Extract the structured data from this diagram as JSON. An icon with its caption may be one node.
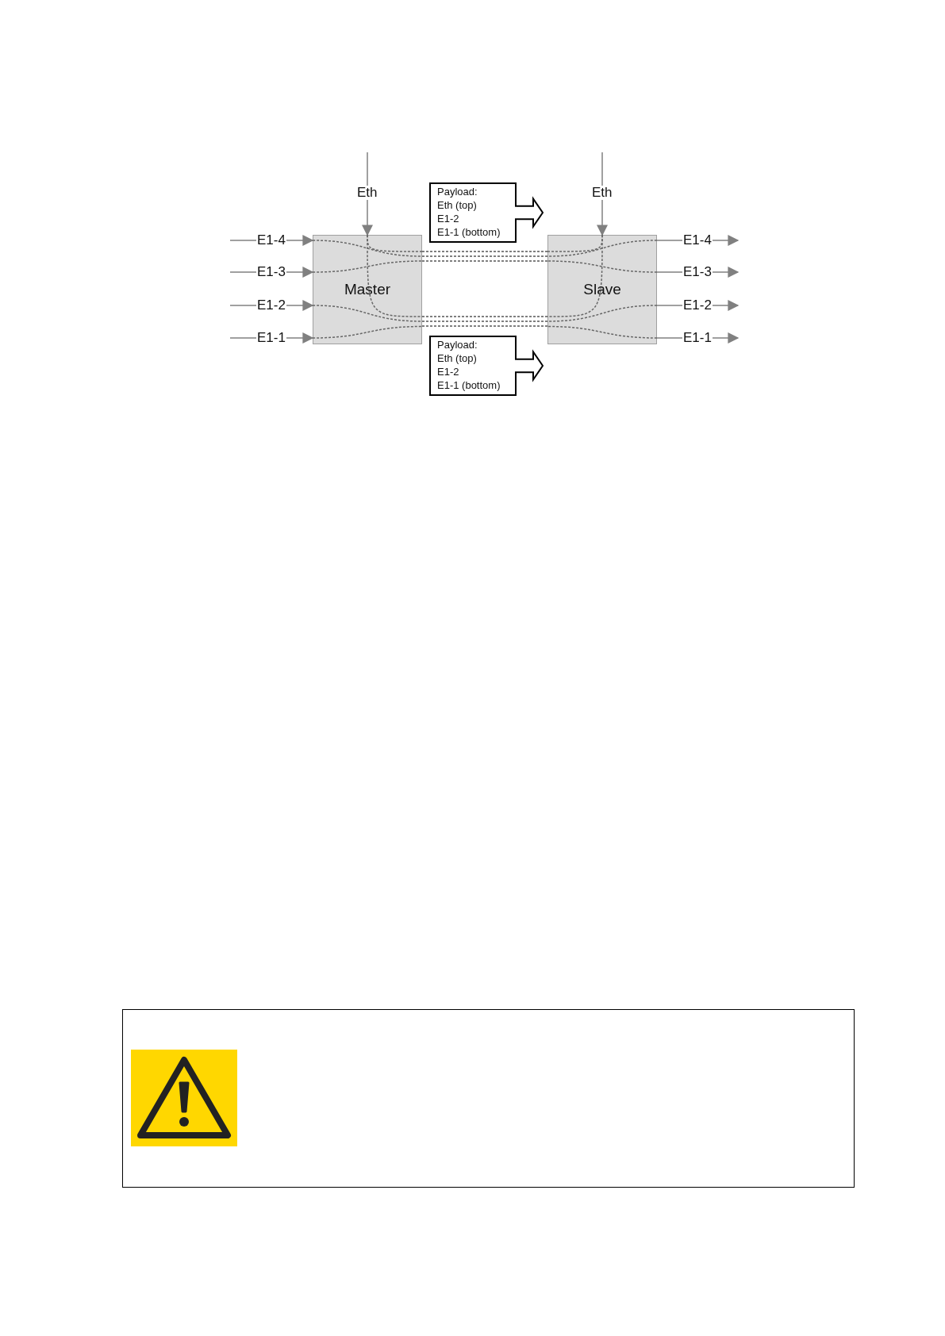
{
  "diagram": {
    "nodes": [
      {
        "text": [
          "Master"
        ]
      },
      {
        "text": [
          "Slave"
        ]
      },
      {
        "text": [
          "Payload:",
          "Eth (top)",
          "E1-2",
          "E1-1 (bottom)"
        ]
      },
      {
        "text": [
          "Payload:",
          "Eth (top)",
          "E1-2",
          "E1-1 (bottom)"
        ]
      }
    ],
    "edges": [
      {
        "from": null,
        "to": 0,
        "arrow": "to",
        "label": "Eth"
      },
      {
        "from": null,
        "to": 0,
        "arrow": "to",
        "label": "E1-4"
      },
      {
        "from": null,
        "to": 0,
        "arrow": "to",
        "label": "E1-3"
      },
      {
        "from": null,
        "to": 0,
        "arrow": "to",
        "label": "E1-2"
      },
      {
        "from": null,
        "to": 0,
        "arrow": "to",
        "label": "E1-1"
      },
      {
        "from": null,
        "to": 1,
        "arrow": "to",
        "label": "Eth"
      },
      {
        "from": 1,
        "to": null,
        "arrow": "to",
        "label": "E1-4"
      },
      {
        "from": 1,
        "to": null,
        "arrow": "to",
        "label": "E1-3"
      },
      {
        "from": 1,
        "to": null,
        "arrow": "to",
        "label": "E1-2"
      },
      {
        "from": 1,
        "to": null,
        "arrow": "to",
        "label": "E1-1"
      },
      {
        "from": 0,
        "to": 1,
        "arrow": "none",
        "style": "dashed"
      },
      {
        "from": 0,
        "to": 1,
        "arrow": "none",
        "style": "dashed"
      },
      {
        "from": 0,
        "to": 1,
        "arrow": "none",
        "style": "dashed"
      },
      {
        "from": 0,
        "to": 1,
        "arrow": "none",
        "style": "dashed"
      },
      {
        "from": 0,
        "to": 1,
        "arrow": "none",
        "style": "dashed"
      },
      {
        "from": 0,
        "to": 1,
        "arrow": "none",
        "style": "dashed"
      }
    ]
  }
}
